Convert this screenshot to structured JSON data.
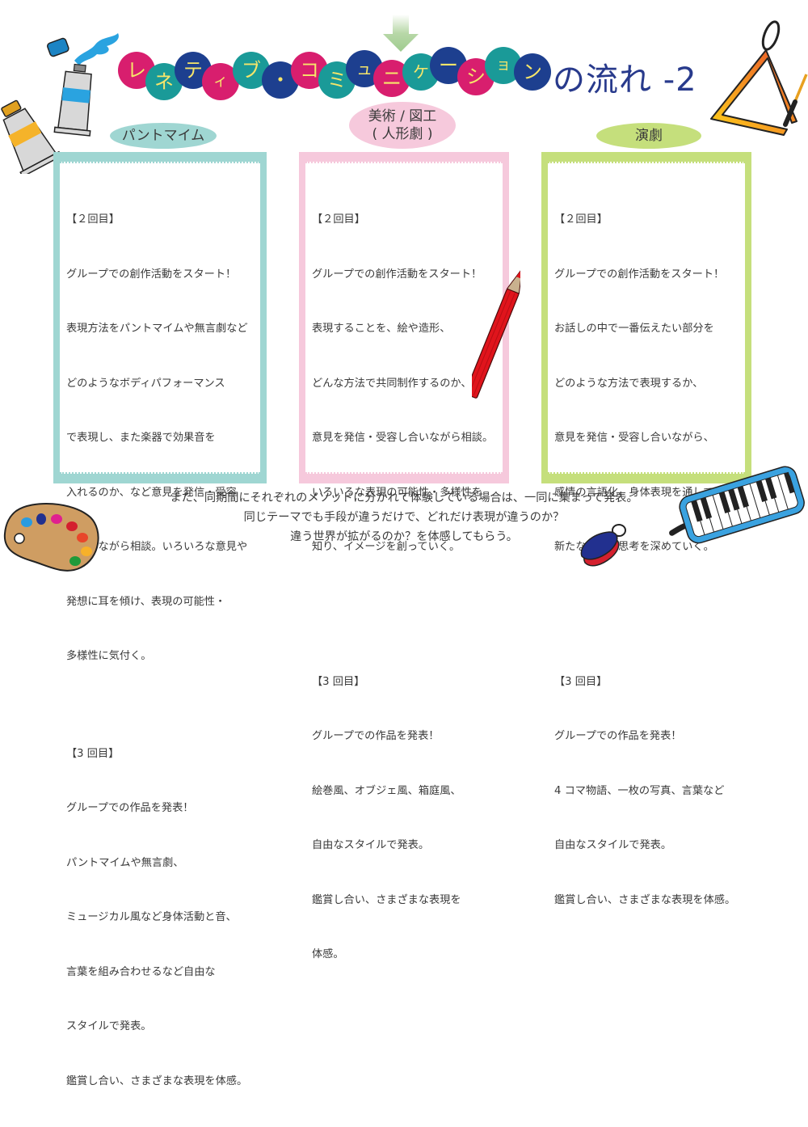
{
  "header": {
    "title_bubbles": [
      {
        "char": "レ",
        "color": "#d81e6e"
      },
      {
        "char": "ネ",
        "color": "#1a9a98"
      },
      {
        "char": "テ",
        "color": "#1d3f8f"
      },
      {
        "char": "ィ",
        "color": "#d81e6e"
      },
      {
        "char": "ブ",
        "color": "#1a9a98"
      },
      {
        "char": "・",
        "color": "#1d3f8f"
      },
      {
        "char": "コ",
        "color": "#d81e6e"
      },
      {
        "char": "ミ",
        "color": "#1a9a98"
      },
      {
        "char": "ュ",
        "color": "#1d3f8f"
      },
      {
        "char": "ニ",
        "color": "#d81e6e"
      },
      {
        "char": "ケ",
        "color": "#1a9a98"
      },
      {
        "char": "ー",
        "color": "#1d3f8f"
      },
      {
        "char": "シ",
        "color": "#d81e6e"
      },
      {
        "char": "ョ",
        "color": "#1a9a98"
      },
      {
        "char": "ン",
        "color": "#1d3f8f"
      }
    ],
    "title_suffix": "の流れ -2",
    "title_full": "レネティブ・コミュニケーションの流れ -2"
  },
  "columns": [
    {
      "label": "パントマイム",
      "color": "#9fd6d2",
      "session2": {
        "heading": "【２回目】",
        "lines": [
          "グループでの創作活動をスタート！",
          "表現方法をパントマイムや無言劇など",
          "どのようなボディパフォーマンス",
          "で表現し、また楽器で効果音を",
          "入れるのか、など意見を発信・受容",
          "し合いながら相談。いろいろな意見や",
          "発想に耳を傾け、表現の可能性・",
          "多様性に気付く。"
        ]
      },
      "session3": {
        "heading": "【3 回目】",
        "lines": [
          "グループでの作品を発表！",
          "パントマイムや無言劇、",
          "ミュージカル風など身体活動と音、",
          "言葉を組み合わせるなど自由な",
          "スタイルで発表。",
          "鑑賞し合い、さまざまな表現を体感。"
        ]
      }
    },
    {
      "label_line1": "美術 / 図工",
      "label_line2": "( 人形劇 )",
      "color": "#f6c9dc",
      "session2": {
        "heading": "【２回目】",
        "lines": [
          "グループでの創作活動をスタート！",
          "表現することを、絵や造形、",
          "どんな方法で共同制作するのか、",
          "意見を発信・受容し合いながら相談。",
          "いろいろな表現の可能性・多様性を",
          "知り、イメージを創っていく。"
        ]
      },
      "session3": {
        "heading": "【3 回目】",
        "lines": [
          "グループでの作品を発表！",
          "絵巻風、オブジェ風、箱庭風、",
          "自由なスタイルで発表。",
          "鑑賞し合い、さまざまな表現を",
          "体感。"
        ]
      }
    },
    {
      "label": "演劇",
      "color": "#c5df7c",
      "session2": {
        "heading": "【２回目】",
        "lines": [
          "グループでの創作活動をスタート！",
          "お話しの中で一番伝えたい部分を",
          "どのような方法で表現するか、",
          "意見を発信・受容し合いながら、",
          "感情の言語化、身体表現を通して",
          "新たな発見・思考を深めていく。"
        ]
      },
      "session3": {
        "heading": "【3 回目】",
        "lines": [
          "グループでの作品を発表！",
          "4 コマ物語、一枚の写真、言葉など",
          "自由なスタイルで発表。",
          "鑑賞し合い、さまざまな表現を体感。"
        ]
      }
    }
  ],
  "footer": {
    "lines": [
      "また、同期間にそれぞれのメソッドに分かれて体験している場合は、一同に集まって発表。",
      "同じテーマでも手段が違うだけで、どれだけ表現が違うのか？",
      "違う世界が拡がるのか？を体感してもらう。"
    ]
  },
  "decorations": {
    "icons": [
      "paint-tubes-icon",
      "triangle-instrument-icon",
      "red-pencil-icon",
      "palette-icon",
      "castanets-icon",
      "melodica-icon",
      "down-arrow-icon"
    ],
    "palette_colors": [
      "#2a9be0",
      "#22308f",
      "#e0208f",
      "#d4202e",
      "#e8462a",
      "#f7b12a",
      "#1f9a3a"
    ]
  }
}
